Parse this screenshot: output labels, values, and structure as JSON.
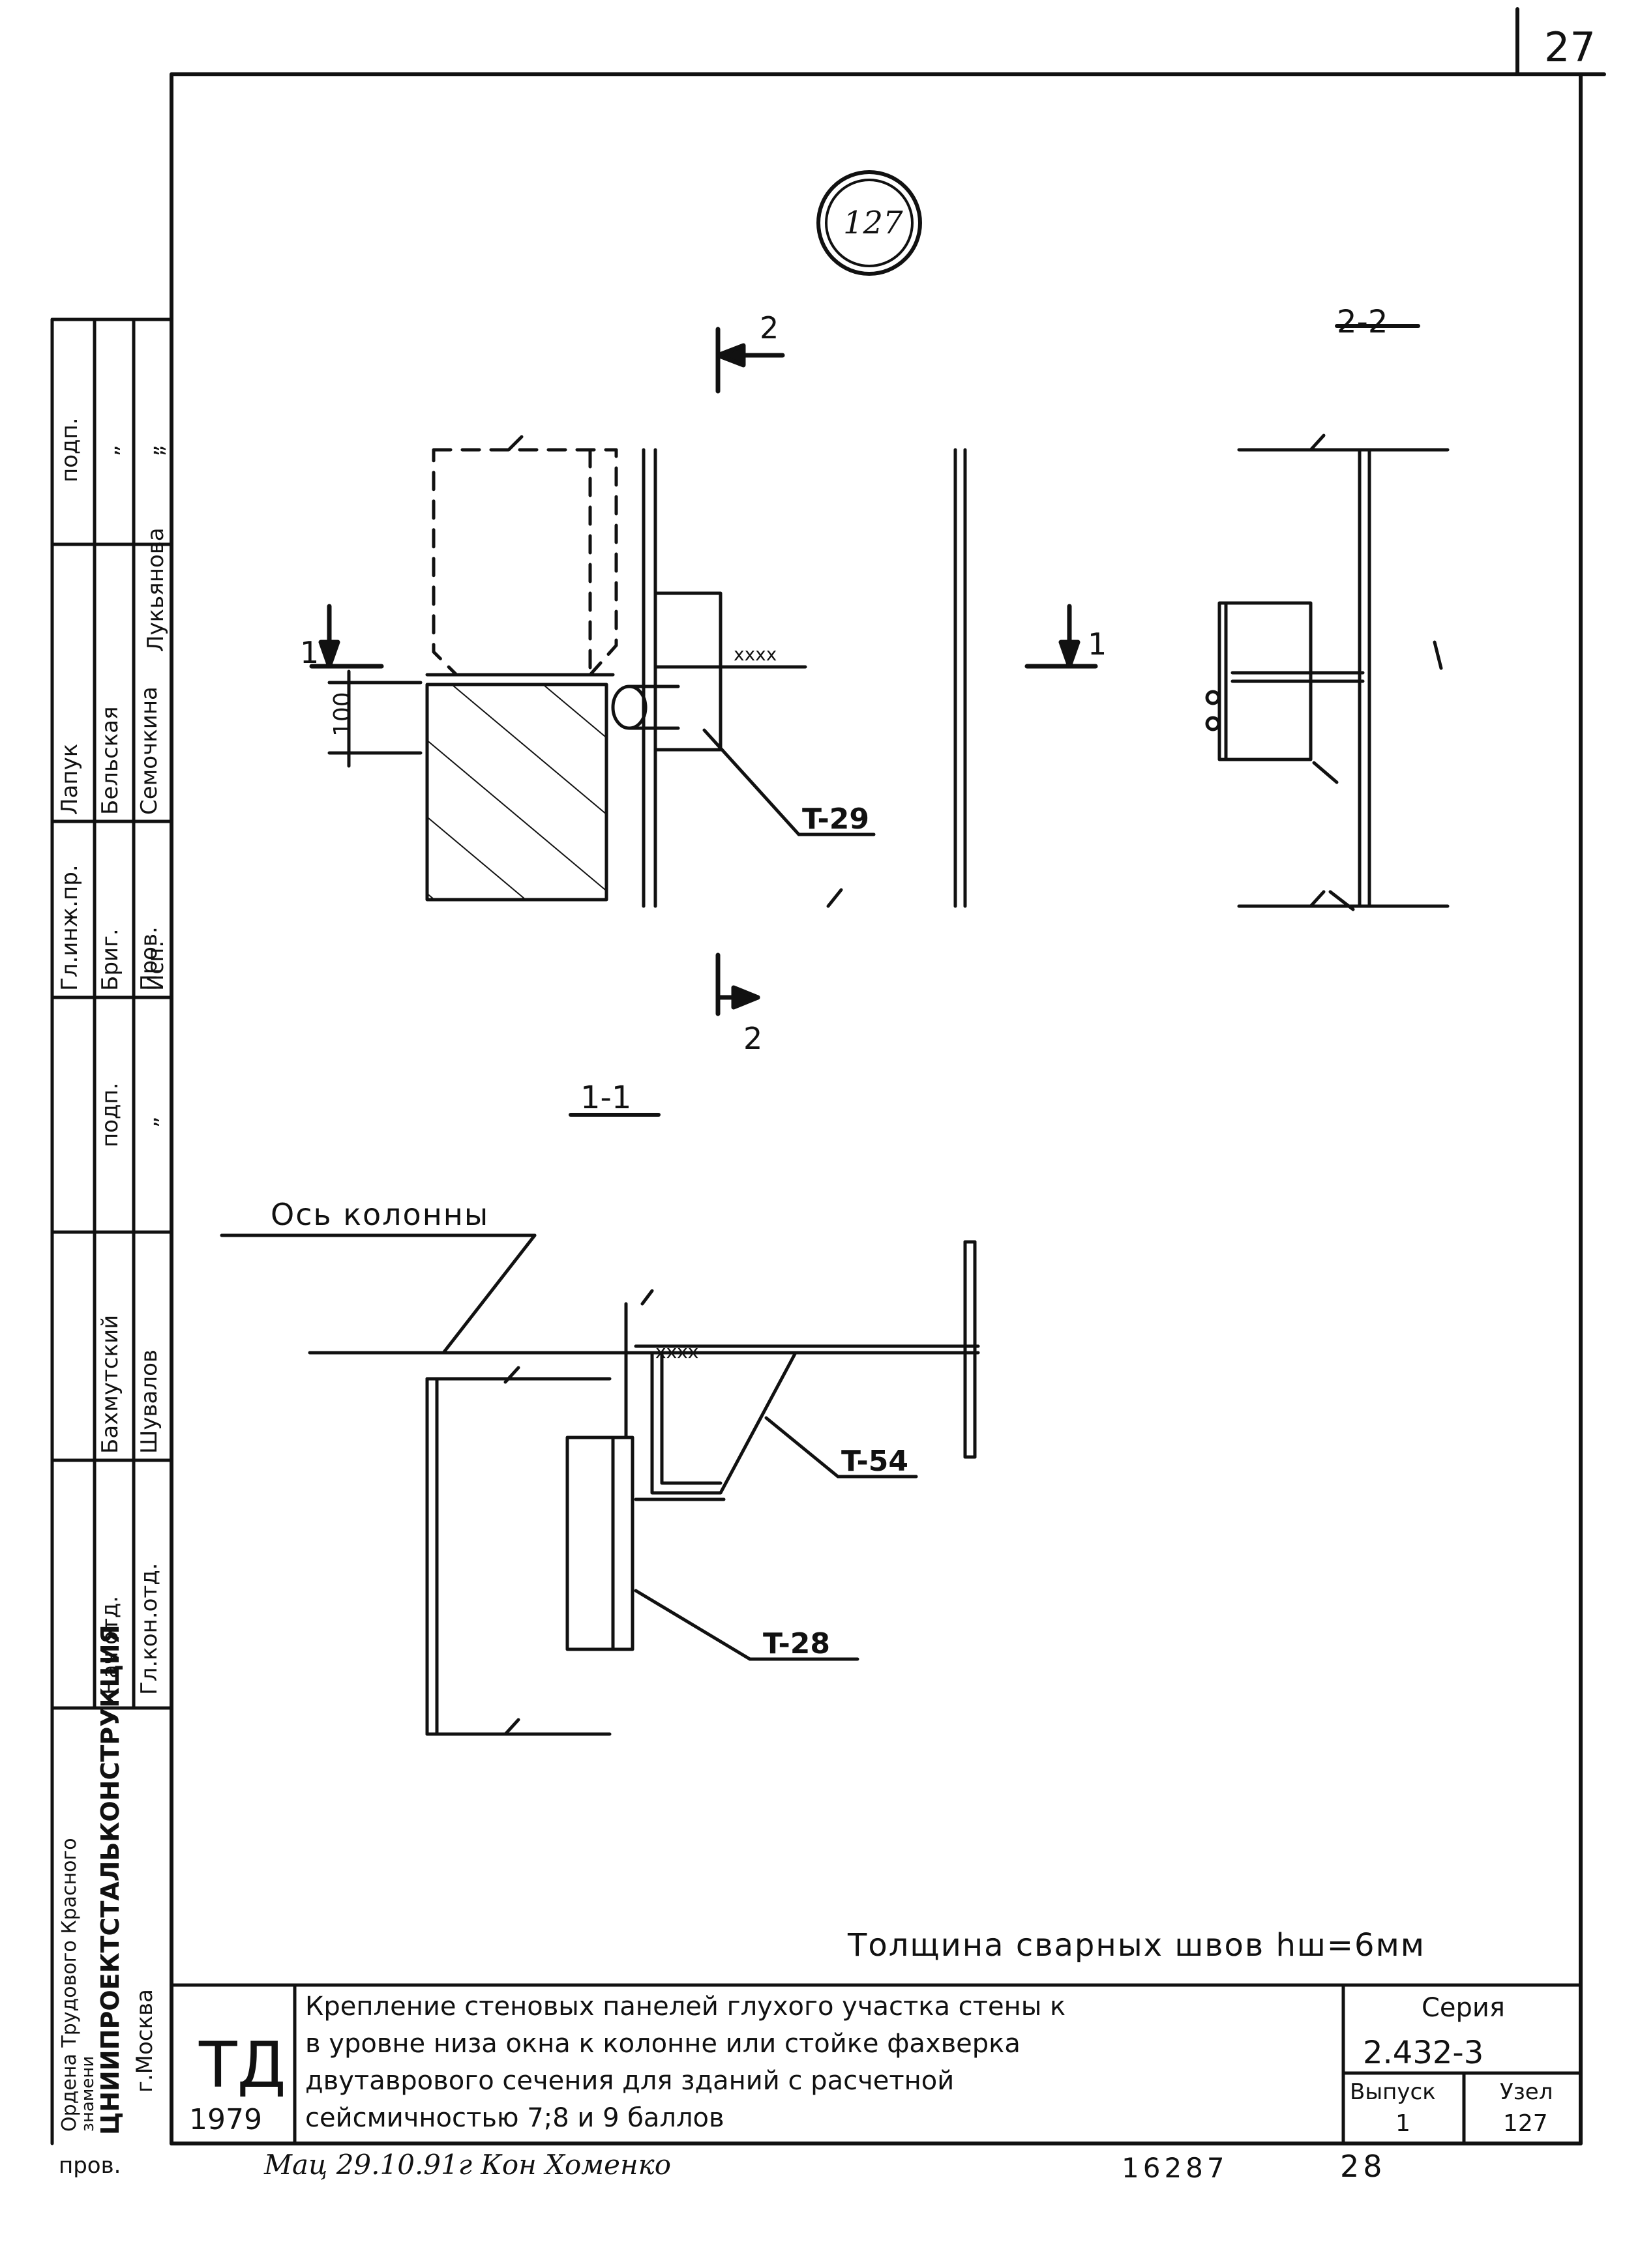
{
  "sheet": {
    "page_number": "27",
    "node_number": "127"
  },
  "views": {
    "section_marker_2": "2",
    "section_marker_1": "1",
    "title_2_2": "2-2",
    "title_1_1": "1-1",
    "dim_100": "100",
    "label_T29": "T-29",
    "label_T54": "T-54",
    "label_T28": "T-28",
    "axis_label": "Ось колонны",
    "weld_mark": "xxxx"
  },
  "note": {
    "weld_thickness": "Толщина сварных швов hш=6мм"
  },
  "signatures": {
    "roles": [
      "Гл.инж.пр.",
      "Бриг.",
      "Пров.",
      "Исп."
    ],
    "names": [
      "Лапук",
      "Бельская",
      "Семочкина",
      "Лукьянова"
    ],
    "podp_header": "подп.",
    "ditto": [
      "„",
      "„",
      "„"
    ],
    "dept_roles": [
      "Нач.отд.",
      "Гл.кон.отд."
    ],
    "dept_names": [
      "Бахмутский",
      "Шувалов"
    ],
    "dept_podp": "подп.",
    "dept_ditto": "„",
    "org_line1": "Ордена Трудового Красного",
    "org_line2": "знамени",
    "org_name": "ЦНИИПРОЕКТСТАЛЬКОНСТРУКЦИЯ",
    "org_city": "г.Москва"
  },
  "title_block": {
    "logo": "ТД",
    "year": "1979",
    "title_lines": [
      "Крепление стеновых панелей глухого участка стены к",
      "в уровне низа окна к колонне или стойке фахверка",
      "двутаврового сечения для зданий с расчетной",
      "сейсмичностью 7;8 и 9 баллов"
    ],
    "series_label": "Серия",
    "series_value": "2.432-3",
    "issue_label": "Выпуск",
    "issue_value": "1",
    "node_label": "Узел",
    "node_value": "127"
  },
  "footer": {
    "prov_label": "пров.",
    "prov_text": "Мац 29.10.91г Кон Хоменко",
    "doc_number": "16287",
    "sheet_no": "28"
  }
}
